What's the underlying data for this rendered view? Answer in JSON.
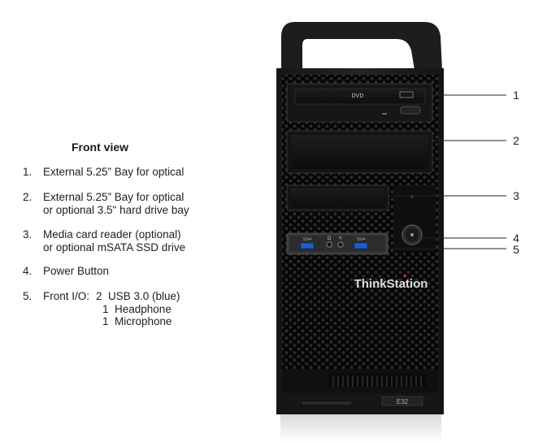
{
  "legend": {
    "title": "Front view",
    "items": [
      {
        "num": "1.",
        "lines": [
          "External 5.25” Bay for optical"
        ]
      },
      {
        "num": "2.",
        "lines": [
          "External 5.25” Bay for optical",
          "or optional 3.5\" hard drive bay"
        ]
      },
      {
        "num": "3.",
        "lines": [
          "Media card reader (optional)",
          "or optional mSATA SSD drive"
        ]
      },
      {
        "num": "4.",
        "lines": [
          "Power Button"
        ]
      }
    ],
    "io": {
      "num": "5.",
      "label": "Front I/O:",
      "lines": [
        "2  USB 3.0 (blue)",
        "1  Headphone",
        "1  Microphone"
      ]
    }
  },
  "device": {
    "brand": "ThinkStation",
    "model": "E32",
    "bay1_logo": "DVD",
    "usb_badge": "SS⇄",
    "colors": {
      "body": "#1b1b1b",
      "mesh_bg": "#050505",
      "hole": "#2a2a2a",
      "usb_blue": "#1d5fd0",
      "brand_red": "#d22630"
    }
  },
  "callouts": [
    "1",
    "2",
    "3",
    "4",
    "5"
  ]
}
